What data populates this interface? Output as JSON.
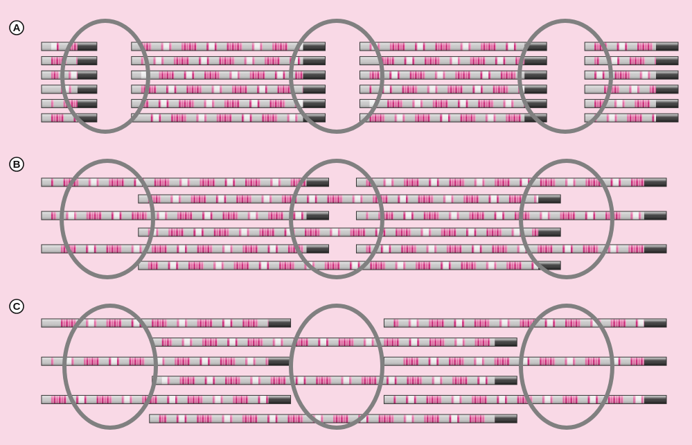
{
  "panels": [
    {
      "label": "A",
      "arrangement": "staggered-aligned-gaps",
      "rows": [
        {
          "molecules": [
            {
              "start": 0.06,
              "end": 0.14
            },
            {
              "start": 0.19,
              "end": 0.47
            },
            {
              "start": 0.52,
              "end": 0.79
            },
            {
              "start": 0.845,
              "end": 0.98
            }
          ]
        },
        {
          "molecules": [
            {
              "start": 0.06,
              "end": 0.14
            },
            {
              "start": 0.19,
              "end": 0.47
            },
            {
              "start": 0.52,
              "end": 0.79
            },
            {
              "start": 0.845,
              "end": 0.98
            }
          ]
        },
        {
          "molecules": [
            {
              "start": 0.06,
              "end": 0.14
            },
            {
              "start": 0.19,
              "end": 0.47
            },
            {
              "start": 0.52,
              "end": 0.79
            },
            {
              "start": 0.845,
              "end": 0.98
            }
          ]
        },
        {
          "molecules": [
            {
              "start": 0.06,
              "end": 0.14
            },
            {
              "start": 0.19,
              "end": 0.47
            },
            {
              "start": 0.52,
              "end": 0.79
            },
            {
              "start": 0.845,
              "end": 0.98
            }
          ]
        },
        {
          "molecules": [
            {
              "start": 0.06,
              "end": 0.14
            },
            {
              "start": 0.19,
              "end": 0.47
            },
            {
              "start": 0.52,
              "end": 0.79
            },
            {
              "start": 0.845,
              "end": 0.98
            }
          ]
        },
        {
          "molecules": [
            {
              "start": 0.06,
              "end": 0.14
            },
            {
              "start": 0.19,
              "end": 0.47
            },
            {
              "start": 0.52,
              "end": 0.79
            },
            {
              "start": 0.845,
              "end": 0.98
            }
          ]
        }
      ],
      "gap_markers": 3
    },
    {
      "label": "B",
      "arrangement": "quarter-stagger",
      "rows": [
        {
          "molecules": [
            {
              "start": 0.06,
              "end": 0.475
            },
            {
              "start": 0.515,
              "end": 0.963
            }
          ]
        },
        {
          "molecules": [
            {
              "start": 0.2,
              "end": 0.81
            }
          ]
        },
        {
          "molecules": [
            {
              "start": 0.06,
              "end": 0.475
            },
            {
              "start": 0.515,
              "end": 0.963
            }
          ]
        },
        {
          "molecules": [
            {
              "start": 0.2,
              "end": 0.81
            }
          ]
        },
        {
          "molecules": [
            {
              "start": 0.06,
              "end": 0.475
            },
            {
              "start": 0.515,
              "end": 0.963
            }
          ]
        },
        {
          "molecules": [
            {
              "start": 0.2,
              "end": 0.81
            }
          ]
        }
      ],
      "gap_markers": 3
    },
    {
      "label": "C",
      "arrangement": "quarter-stagger-alternate",
      "rows": [
        {
          "molecules": [
            {
              "start": 0.06,
              "end": 0.42
            },
            {
              "start": 0.555,
              "end": 0.963
            }
          ]
        },
        {
          "molecules": [
            {
              "start": 0.22,
              "end": 0.747
            }
          ]
        },
        {
          "molecules": [
            {
              "start": 0.06,
              "end": 0.42
            },
            {
              "start": 0.555,
              "end": 0.963
            }
          ]
        },
        {
          "molecules": [
            {
              "start": 0.22,
              "end": 0.747
            }
          ]
        },
        {
          "molecules": [
            {
              "start": 0.06,
              "end": 0.42
            },
            {
              "start": 0.555,
              "end": 0.963
            }
          ]
        },
        {
          "molecules": [
            {
              "start": 0.216,
              "end": 0.747
            }
          ]
        }
      ],
      "gap_markers": 3
    }
  ],
  "colors": {
    "background": "#f9d9e6",
    "band_magenta": "#cc2a7a",
    "band_light": "#f2a8c8",
    "band_grey": "#c9c9c9",
    "end_dark": "#3c3c3c",
    "ellipse": "#808080",
    "outline": "#333333"
  }
}
